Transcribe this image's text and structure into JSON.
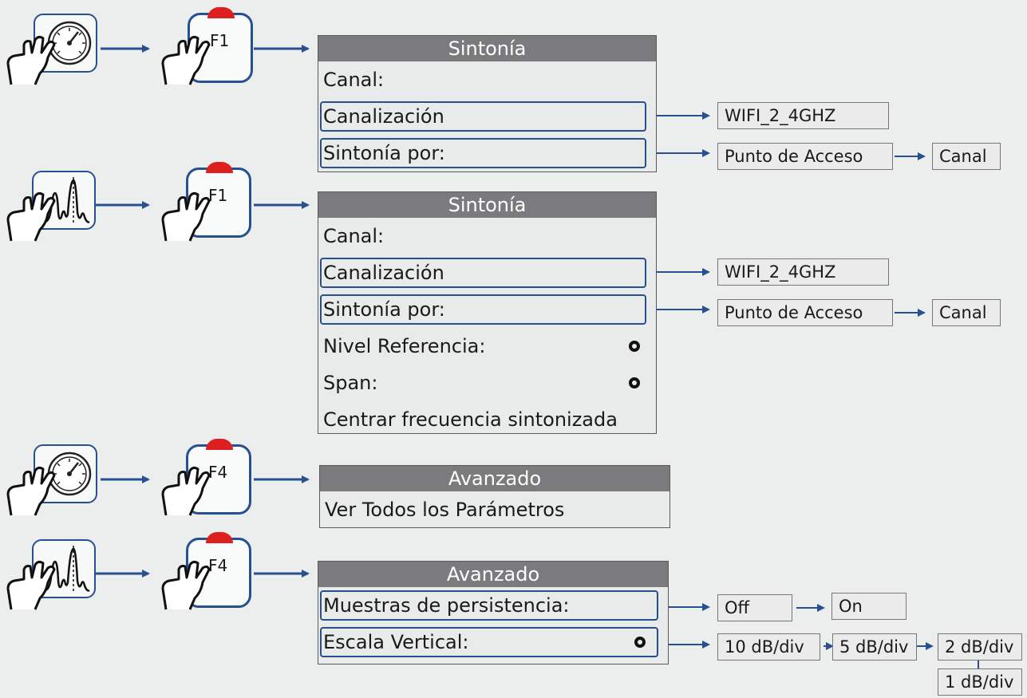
{
  "fkeys": {
    "f1": "F1",
    "f4": "F4"
  },
  "menus": {
    "meter_tuning": {
      "title": "Sintonía",
      "items": [
        "Canal:",
        "Canalización",
        "Sintonía por:"
      ]
    },
    "spectrum_tuning": {
      "title": "Sintonía",
      "items": [
        "Canal:",
        "Canalización",
        "Sintonía por:",
        "Nivel Referencia:",
        "Span:",
        "Centrar frecuencia sintonizada"
      ]
    },
    "meter_advanced": {
      "title": "Avanzado",
      "items": [
        "Ver Todos los Parámetros"
      ]
    },
    "spectrum_advanced": {
      "title": "Avanzado",
      "items": [
        "Muestras de persistencia:",
        "Escala Vertical:"
      ]
    }
  },
  "options": {
    "channelization_1": "WIFI_2_4GHZ",
    "tune_by_1": [
      "Punto de Acceso",
      "Canal"
    ],
    "channelization_2": "WIFI_2_4GHZ",
    "tune_by_2": [
      "Punto de Acceso",
      "Canal"
    ],
    "persistence": [
      "Off",
      "On"
    ],
    "vertical_scale": [
      "10 dB/div",
      "5 dB/div",
      "2 dB/div",
      "1 dB/div"
    ]
  },
  "colors": {
    "accent": "#28508f",
    "led": "#dd1f1f",
    "title_bar": "#7b7b7d",
    "background": "#eceded"
  },
  "icons": {
    "meter": "gauge-icon",
    "spectrum": "spectrum-icon",
    "hand": "pointing-hand-icon"
  }
}
